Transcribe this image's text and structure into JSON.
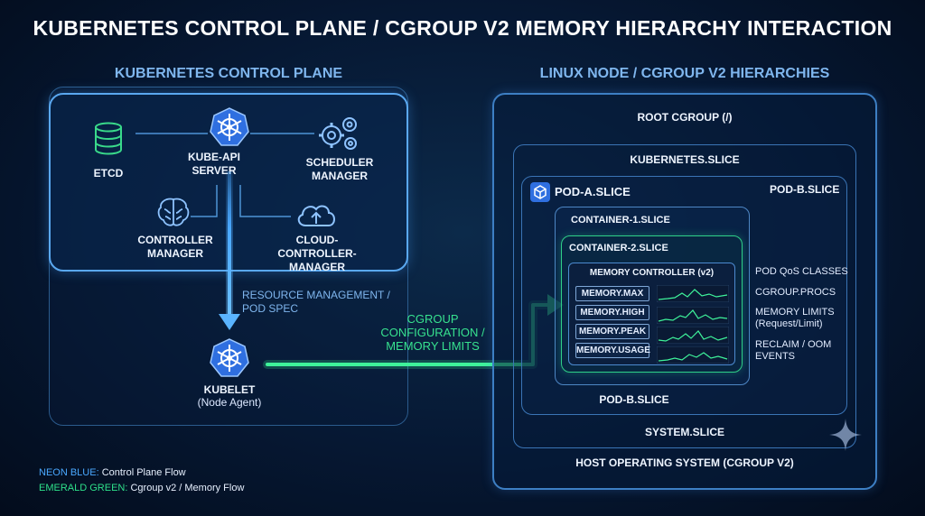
{
  "title": "KUBERNETES CONTROL PLANE / CGROUP V2 MEMORY HIERARCHY INTERACTION",
  "control_plane": {
    "heading": "KUBERNETES CONTROL PLANE",
    "etcd": "ETCD",
    "api_server": [
      "KUBE-API",
      "SERVER"
    ],
    "scheduler": [
      "SCHEDULER",
      "MANAGER"
    ],
    "controller": [
      "CONTROLLER",
      "MANAGER"
    ],
    "cloud_controller": [
      "CLOUD-CONTROLLER-",
      "MANAGER"
    ],
    "resource_label": [
      "RESOURCE MANAGEMENT /",
      "POD SPEC"
    ],
    "kubelet": "KUBELET",
    "kubelet_sub": "(Node Agent)"
  },
  "flow_label": [
    "CGROUP",
    "CONFIGURATION /",
    "MEMORY LIMITS"
  ],
  "node": {
    "heading": "LINUX NODE / CGROUP V2 HIERARCHIES",
    "root": "ROOT CGROUP (/)",
    "kubernetes_slice": "KUBERNETES.SLICE",
    "pod_a": "POD-A.SLICE",
    "pod_b_top": "POD-B.SLICE",
    "container1": "CONTAINER-1.SLICE",
    "container2": "CONTAINER-2.SLICE",
    "memory_controller": "MEMORY CONTROLLER (v2)",
    "memory_files": [
      "MEMORY.MAX",
      "MEMORY.HIGH",
      "MEMORY.PEAK",
      "MEMORY.USAGE"
    ],
    "side_labels": {
      "qos": "POD QoS CLASSES",
      "procs": "CGROUP.PROCS",
      "limits": [
        "MEMORY LIMITS",
        "(Request/Limit)"
      ],
      "reclaim": [
        "RECLAIM / OOM",
        "EVENTS"
      ]
    },
    "pod_b_bottom": "POD-B.SLICE",
    "system_slice": "SYSTEM.SLICE",
    "host_os": "HOST OPERATING SYSTEM (CGROUP V2)"
  },
  "legend": {
    "blue_key": "NEON BLUE:",
    "blue_text": " Control Plane Flow",
    "green_key": "EMERALD GREEN:",
    "green_text": " Cgroup v2 / Memory Flow"
  },
  "colors": {
    "neon_blue": "#4aa8ff",
    "emerald_green": "#2ee08a",
    "background": "#061833"
  }
}
